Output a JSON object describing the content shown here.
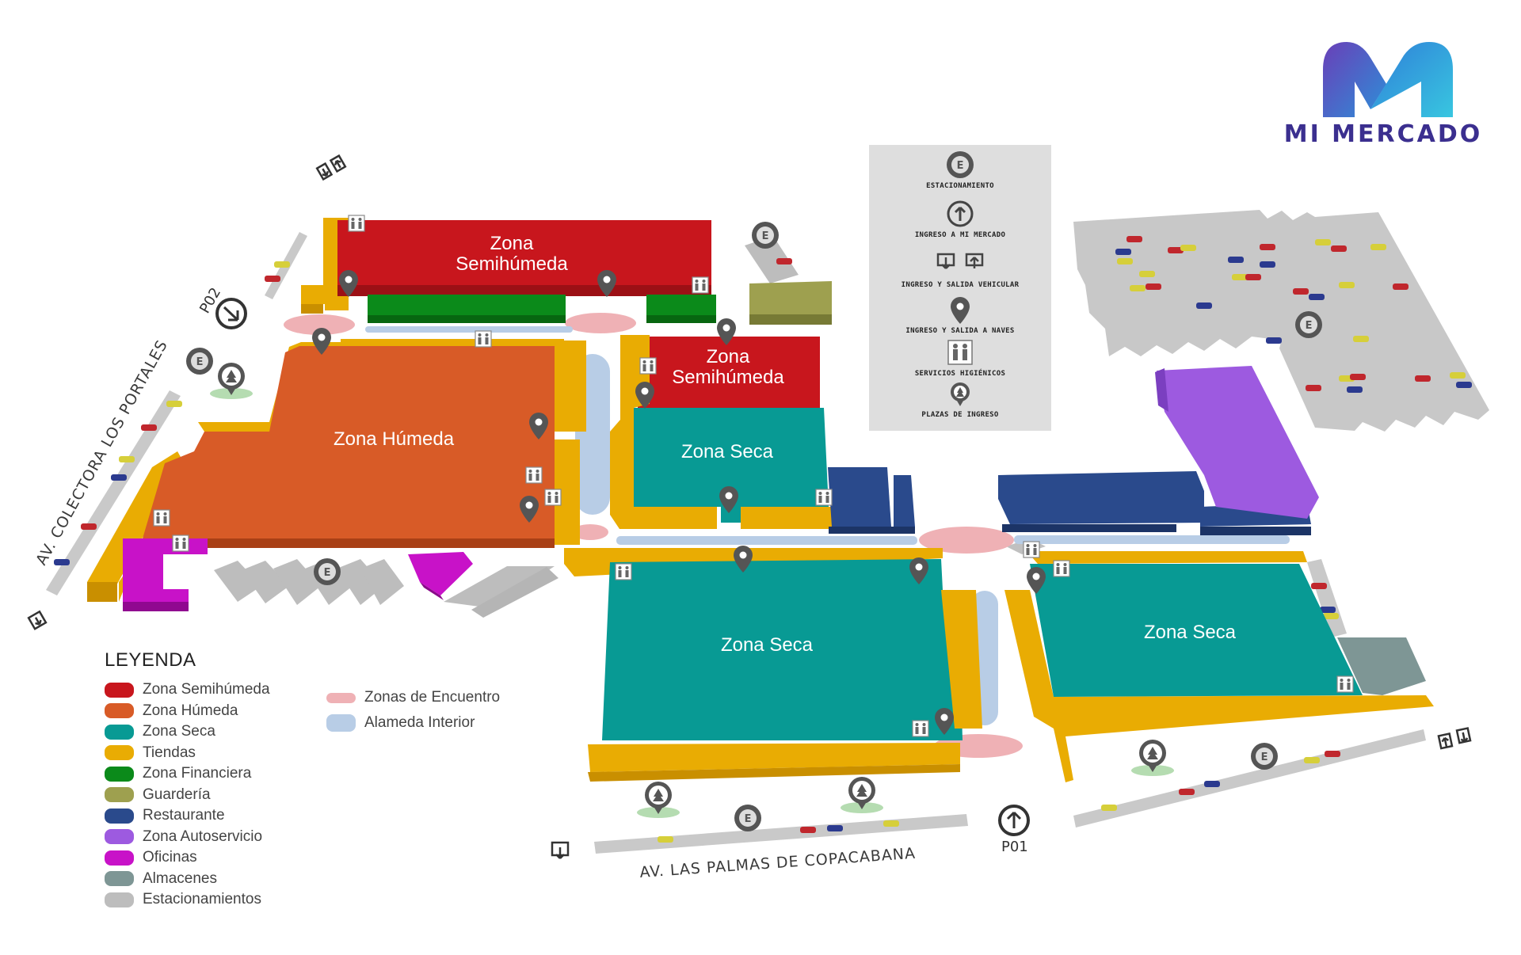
{
  "logo": {
    "text": "MI MERCADO"
  },
  "zones": {
    "semihumeda_north": "Zona\nSemihúmeda",
    "semihumeda_center": "Zona\nSemihúmeda",
    "humeda": "Zona Húmeda",
    "seca_center": "Zona Seca",
    "seca_south": "Zona Seca",
    "seca_east": "Zona Seca"
  },
  "streets": {
    "west": "AV. COLECTORA LOS PORTALES",
    "south": "AV. LAS PALMAS DE COPACABANA"
  },
  "gates": {
    "p01": "P01",
    "p02": "P02"
  },
  "info_panel": {
    "items": [
      {
        "icon": "parking-icon",
        "label": "ESTACIONAMIENTO"
      },
      {
        "icon": "entrance-arrow-icon",
        "label": "INGRESO A MI MERCADO"
      },
      {
        "icon": "vehicle-in-out-icon",
        "label": "INGRESO Y SALIDA VEHICULAR"
      },
      {
        "icon": "map-pin-icon",
        "label": "INGRESO Y SALIDA A NAVES"
      },
      {
        "icon": "restroom-icon",
        "label": "SERVICIOS HIGIÉNICOS"
      },
      {
        "icon": "tree-pin-icon",
        "label": "PLAZAS DE INGRESO"
      }
    ]
  },
  "legend": {
    "title": "LEYENDA",
    "items": [
      {
        "label": "Zona Semihúmeda",
        "color": "#c8161d"
      },
      {
        "label": "Zona Húmeda",
        "color": "#d85b27"
      },
      {
        "label": "Zona Seca",
        "color": "#089a94"
      },
      {
        "label": "Tiendas",
        "color": "#e9ac03"
      },
      {
        "label": "Zona Financiera",
        "color": "#0b8a1a"
      },
      {
        "label": "Guardería",
        "color": "#9ea04f"
      },
      {
        "label": "Restaurante",
        "color": "#2a4a8c"
      },
      {
        "label": "Zona Autoservicio",
        "color": "#9d5ae0"
      },
      {
        "label": "Oficinas",
        "color": "#c812c8"
      },
      {
        "label": "Almacenes",
        "color": "#7e9695"
      },
      {
        "label": "Estacionamientos",
        "color": "#bdbdbd"
      }
    ],
    "extra_items": [
      {
        "label": "Zonas de Encuentro",
        "color": "#efb1b5"
      },
      {
        "label": "Alameda Interior",
        "color": "#b8cde6"
      }
    ]
  }
}
